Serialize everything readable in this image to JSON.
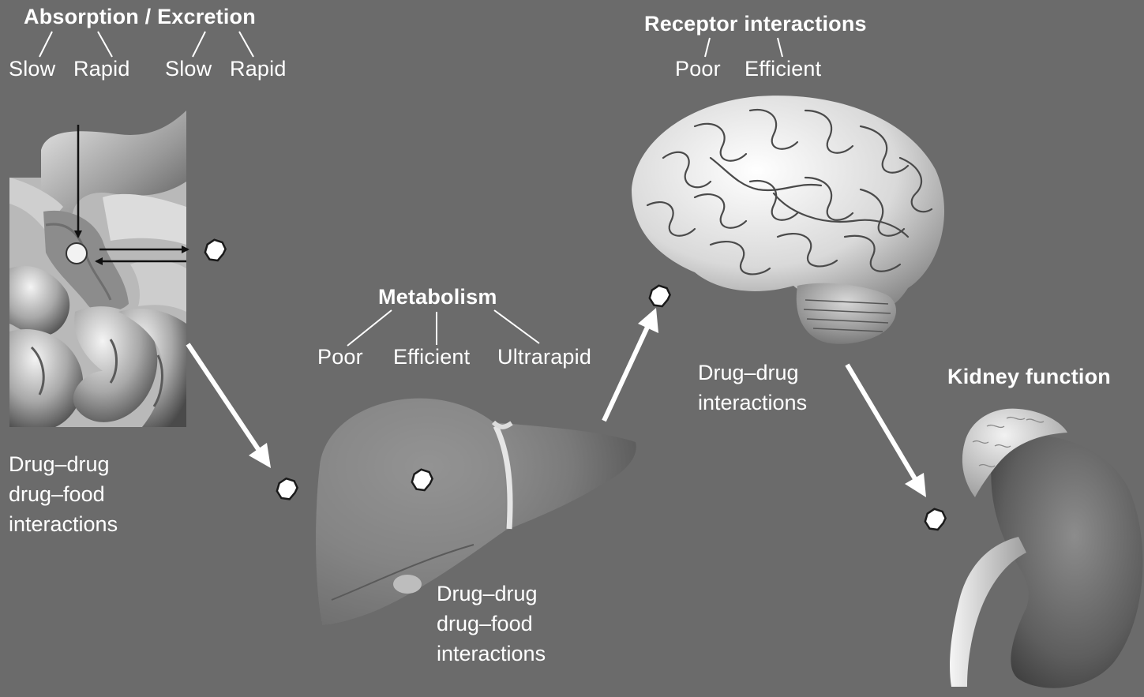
{
  "absorption": {
    "title": "Absorption / Excretion",
    "labels": [
      "Slow",
      "Rapid",
      "Slow",
      "Rapid"
    ],
    "interactions": [
      "Drug–drug",
      "drug–food",
      "interactions"
    ]
  },
  "metabolism": {
    "title": "Metabolism",
    "labels": [
      "Poor",
      "Efficient",
      "Ultrarapid"
    ],
    "interactions": [
      "Drug–drug",
      "drug–food",
      "interactions"
    ]
  },
  "receptor": {
    "title": "Receptor interactions",
    "labels": [
      "Poor",
      "Efficient"
    ],
    "interactions": [
      "Drug–drug",
      "interactions"
    ]
  },
  "kidney": {
    "title": "Kidney function"
  },
  "colors": {
    "background": "#6b6b6b",
    "text": "#ffffff",
    "arrow": "#ffffff",
    "marker_fill": "#ffffff",
    "marker_stroke": "#1a1a1a"
  },
  "illustrations": [
    "intestine",
    "liver",
    "brain",
    "kidney"
  ]
}
